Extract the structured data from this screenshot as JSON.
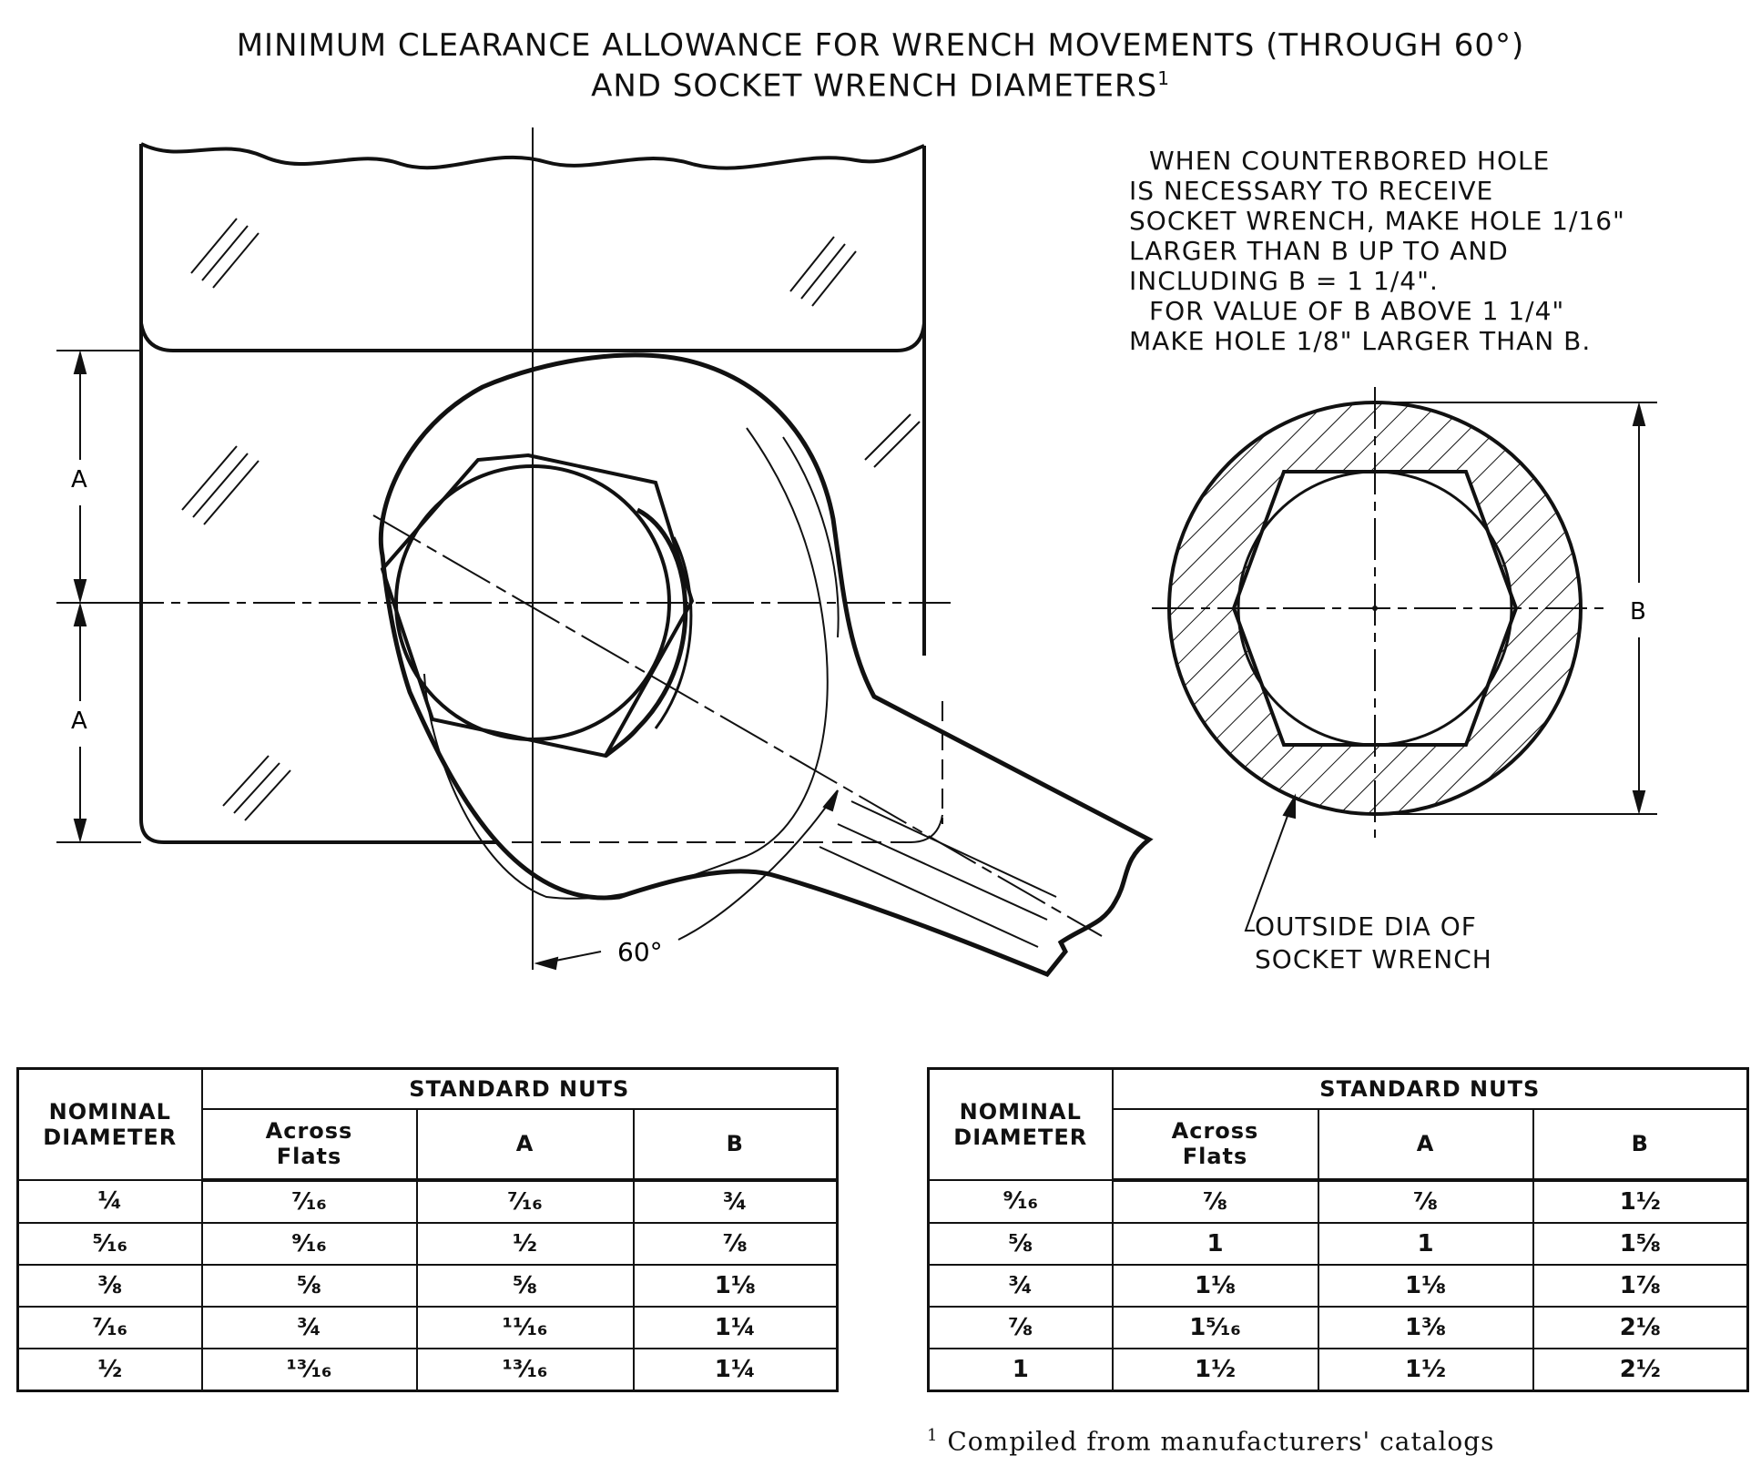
{
  "title": {
    "line1": "MINIMUM CLEARANCE ALLOWANCE FOR WRENCH MOVEMENTS (THROUGH 60°)",
    "line2": "AND SOCKET WRENCH DIAMETERS",
    "footnote_mark": "1"
  },
  "diagram": {
    "label_a_upper": "A",
    "label_a_lower": "A",
    "label_b": "B",
    "angle_label": "60°",
    "note_lines": [
      "WHEN COUNTERBORED HOLE",
      "IS NECESSARY TO RECEIVE",
      "SOCKET WRENCH, MAKE HOLE 1/16\"",
      "LARGER THAN  B  UP TO AND",
      "INCLUDING  B = 1 1/4\".",
      "FOR VALUE OF  B  ABOVE 1 1/4\"",
      "MAKE HOLE 1/8\" LARGER THAN  B."
    ],
    "callout_line1": "OUTSIDE DIA OF",
    "callout_line2": "SOCKET WRENCH"
  },
  "tables": {
    "header_nominal_1": "NOMINAL",
    "header_nominal_2": "DIAMETER",
    "header_group": "STANDARD NUTS",
    "header_across_1": "Across",
    "header_across_2": "Flats",
    "header_a": "A",
    "header_b": "B",
    "left": [
      [
        "¼",
        "⁷⁄₁₆",
        "⁷⁄₁₆",
        "¾"
      ],
      [
        "⁵⁄₁₆",
        "⁹⁄₁₆",
        "½",
        "⅞"
      ],
      [
        "⅜",
        "⅝",
        "⅝",
        "1⅛"
      ],
      [
        "⁷⁄₁₆",
        "¾",
        "¹¹⁄₁₆",
        "1¼"
      ],
      [
        "½",
        "¹³⁄₁₆",
        "¹³⁄₁₆",
        "1¼"
      ]
    ],
    "right": [
      [
        "⁹⁄₁₆",
        "⅞",
        "⅞",
        "1½"
      ],
      [
        "⅝",
        "1",
        "1",
        "1⅝"
      ],
      [
        "¾",
        "1⅛",
        "1⅛",
        "1⅞"
      ],
      [
        "⅞",
        "1⁵⁄₁₆",
        "1⅜",
        "2⅛"
      ],
      [
        "1",
        "1½",
        "1½",
        "2½"
      ]
    ]
  },
  "footnote": {
    "mark": "1",
    "text": "Compiled from manufacturers' catalogs"
  }
}
